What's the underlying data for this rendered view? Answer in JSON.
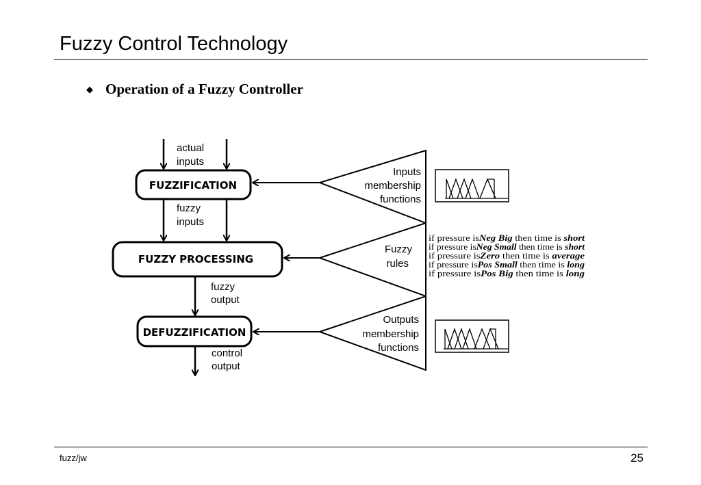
{
  "slide": {
    "title": "Fuzzy Control Technology",
    "bullet": "Operation of a Fuzzy Controller",
    "bullet_icon": "diamond-bullet-icon",
    "footer_left": "fuzz/jw",
    "page_number": "25"
  },
  "diagram": {
    "blocks": {
      "fuzzification": "FUZZIFICATION",
      "processing": "FUZZY PROCESSING",
      "defuzzification": "DEFUZZIFICATION"
    },
    "flow_labels": {
      "actual_inputs": [
        "actual",
        "inputs"
      ],
      "fuzzy_inputs": [
        "fuzzy",
        "inputs"
      ],
      "fuzzy_output": [
        "fuzzy",
        "output"
      ],
      "control_output": [
        "control",
        "output"
      ]
    },
    "triangles": {
      "inputs_mf": [
        "Inputs",
        "membership",
        "functions"
      ],
      "rules": [
        "Fuzzy",
        "rules"
      ],
      "outputs_mf": [
        "Outputs",
        "membership",
        "functions"
      ]
    },
    "rules": [
      {
        "lead": "if  pressure is",
        "cond": "Neg Big",
        "mid": " then time is ",
        "result": "short"
      },
      {
        "lead": "if  pressure is",
        "cond": "Neg Small",
        "mid": " then time is ",
        "result": "short"
      },
      {
        "lead": "if  pressure is",
        "cond": "Zero",
        "mid": " then time is ",
        "result": "average"
      },
      {
        "lead": "if  pressure is",
        "cond": "Pos Small",
        "mid": " then time is ",
        "result": "long"
      },
      {
        "lead": "if  pressure is",
        "cond": "Pos Big",
        "mid": " then time is ",
        "result": "long"
      }
    ]
  }
}
